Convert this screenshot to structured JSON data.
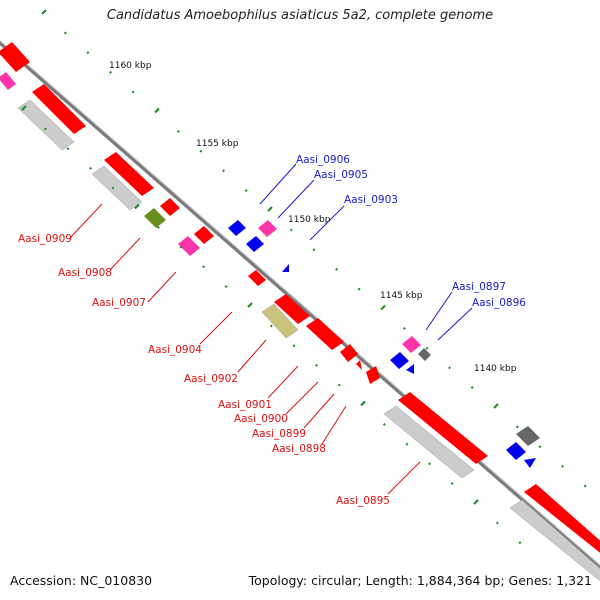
{
  "title": "Candidatus Amoebophilus asiaticus 5a2, complete genome",
  "footer": {
    "accession": "Accession: NC_010830",
    "summary": "Topology: circular; Length: 1,884,364 bp; Genes: 1,321"
  },
  "scale_ticks": [
    {
      "label": "1160 kbp"
    },
    {
      "label": "1155 kbp"
    },
    {
      "label": "1150 kbp"
    },
    {
      "label": "1145 kbp"
    },
    {
      "label": "1140 kbp"
    }
  ],
  "gene_labels": [
    {
      "name": "Aasi_0906",
      "strand": "forward",
      "color": "#1a1acc"
    },
    {
      "name": "Aasi_0905",
      "strand": "forward",
      "color": "#1a1acc"
    },
    {
      "name": "Aasi_0903",
      "strand": "forward",
      "color": "#1a1acc"
    },
    {
      "name": "Aasi_0897",
      "strand": "forward",
      "color": "#1a1acc"
    },
    {
      "name": "Aasi_0896",
      "strand": "forward",
      "color": "#1a1acc"
    },
    {
      "name": "Aasi_0909",
      "strand": "reverse",
      "color": "#dd1111"
    },
    {
      "name": "Aasi_0908",
      "strand": "reverse",
      "color": "#dd1111"
    },
    {
      "name": "Aasi_0907",
      "strand": "reverse",
      "color": "#dd1111"
    },
    {
      "name": "Aasi_0904",
      "strand": "reverse",
      "color": "#dd1111"
    },
    {
      "name": "Aasi_0902",
      "strand": "reverse",
      "color": "#dd1111"
    },
    {
      "name": "Aasi_0901",
      "strand": "reverse",
      "color": "#dd1111"
    },
    {
      "name": "Aasi_0900",
      "strand": "reverse",
      "color": "#dd1111"
    },
    {
      "name": "Aasi_0899",
      "strand": "reverse",
      "color": "#dd1111"
    },
    {
      "name": "Aasi_0898",
      "strand": "reverse",
      "color": "#dd1111"
    },
    {
      "name": "Aasi_0895",
      "strand": "reverse",
      "color": "#dd1111"
    }
  ],
  "colors": {
    "backbone": "#8a8a8a",
    "gene_red": "#ff0000",
    "gene_blue": "#0000ee",
    "gene_pink": "#ff33aa",
    "gene_olive": "#6b8e23",
    "gene_khaki": "#c8c27a",
    "gene_gray": "#cccccc",
    "gene_darkgray": "#666666",
    "tick_green": "#1a8a1a"
  }
}
